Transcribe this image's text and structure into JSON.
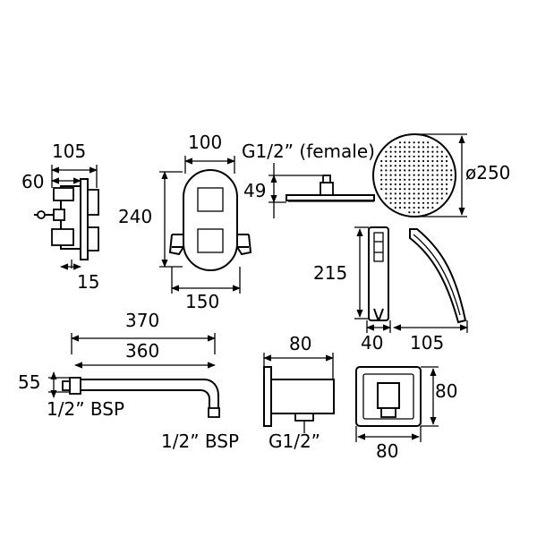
{
  "labels": {
    "valve_width": "105",
    "valve_depth": "60",
    "valve_wall": "15",
    "plate_width_top": "100",
    "plate_height": "240",
    "plate_width_bottom": "150",
    "head_connection": "G1/2” (female)",
    "head_height": "49",
    "head_diameter": "ø250",
    "handset_length": "215",
    "handset_width": "40",
    "handset_depth": "105",
    "arm_total": "370",
    "arm_length": "360",
    "arm_height": "55",
    "arm_thread_wall": "1/2” BSP",
    "arm_thread_outlet": "1/2” BSP",
    "elbow_depth": "80",
    "elbow_thread": "G1/2”",
    "elbow_height": "80",
    "elbow_width": "80"
  }
}
